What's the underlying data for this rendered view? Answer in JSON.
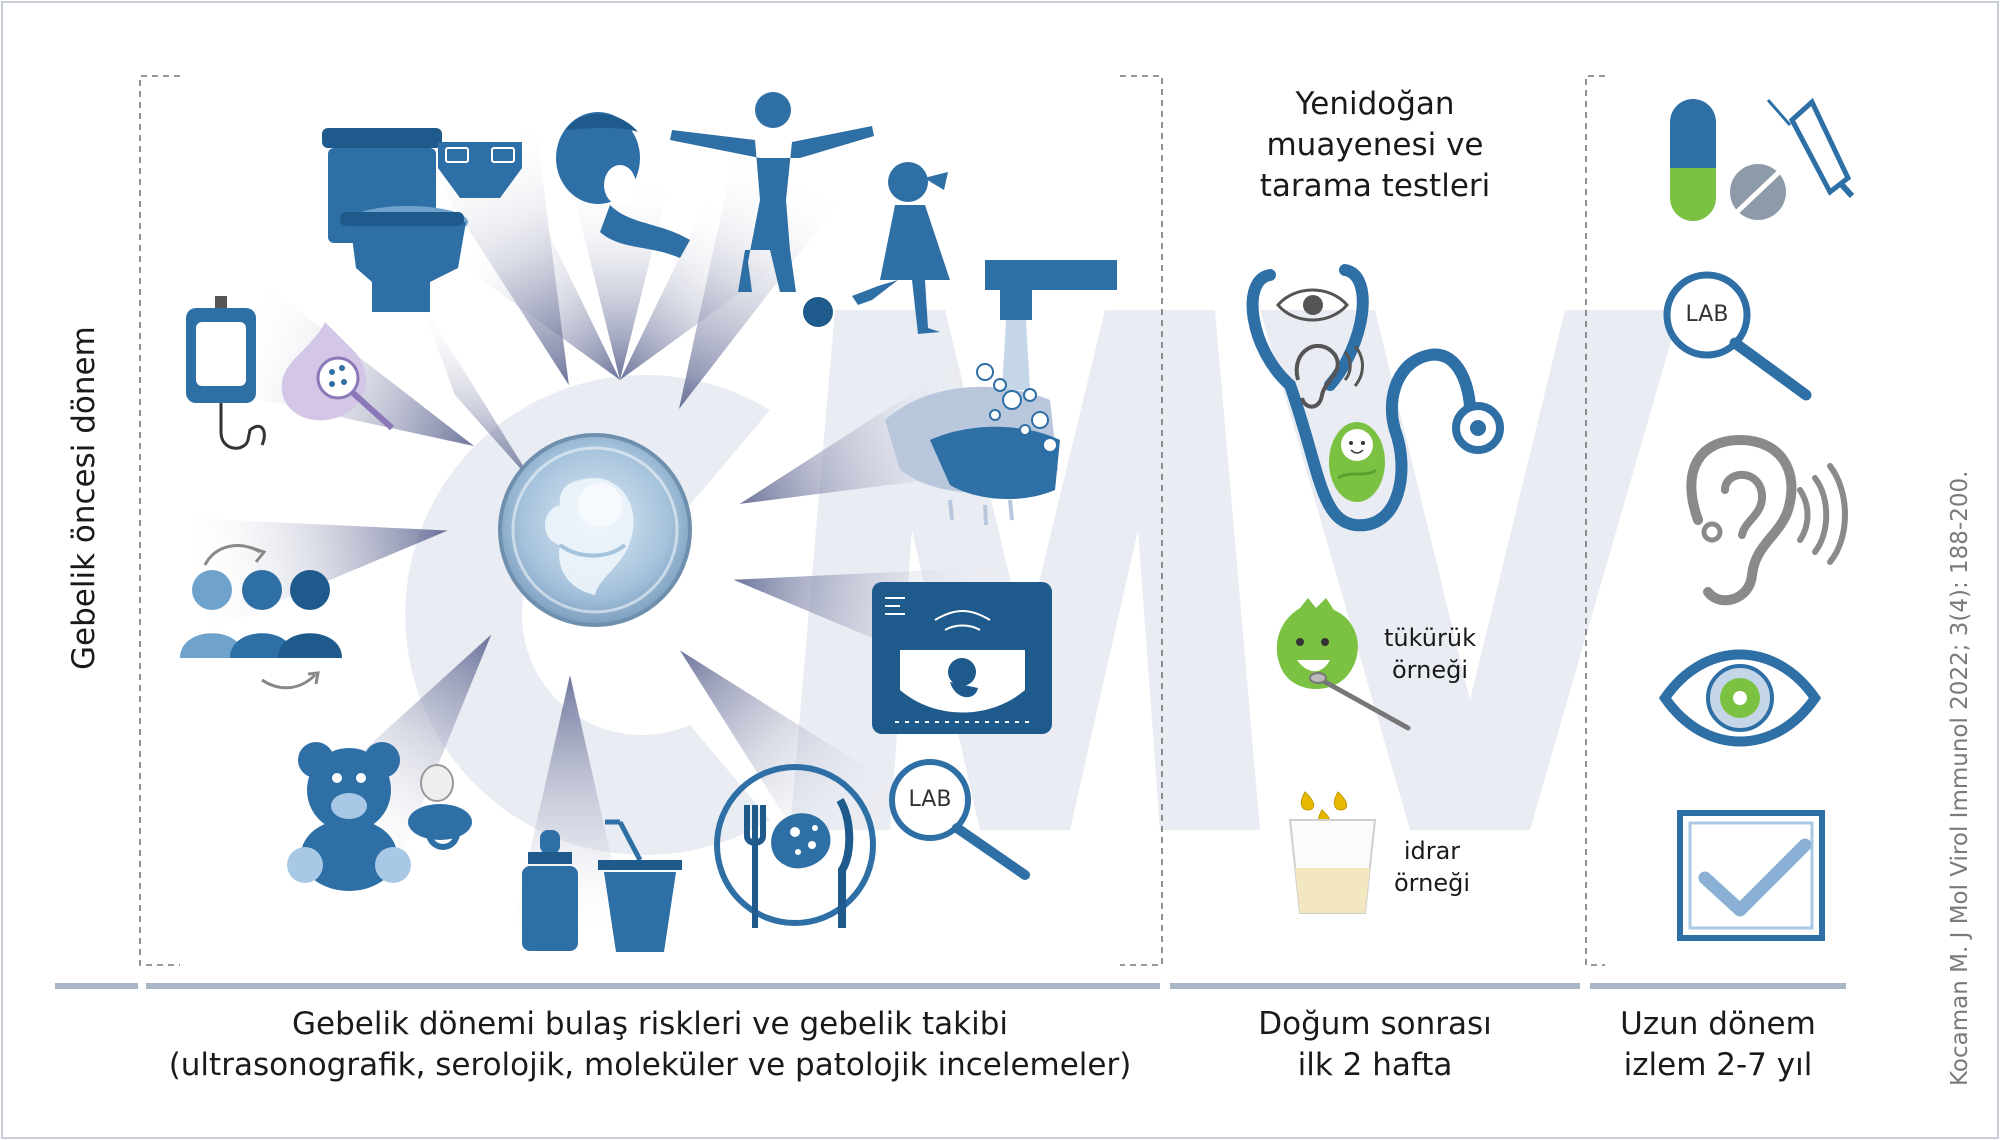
{
  "watermark": "CMV",
  "left_label": "Gebelik öncesi dönem",
  "newborn_title": [
    "Yenidoğan",
    "muayenesi ve",
    "tarama testleri"
  ],
  "saliva_label": [
    "tükürük",
    "örneği"
  ],
  "urine_label": [
    "idrar",
    "örneği"
  ],
  "lab_text": "LAB",
  "bottom": {
    "pregnancy": [
      "Gebelik dönemi bulaş riskleri ve gebelik takibi",
      "(ultrasonografik, serolojik, moleküler ve patolojik incelemeler)"
    ],
    "postnatal": [
      "Doğum sonrası",
      "ilk 2 hafta"
    ],
    "longterm": [
      "Uzun dönem",
      "izlem 2-7 yıl"
    ]
  },
  "citation": "Kocaman M. J Mol Virol Immunol 2022; 3(4): 188-200.",
  "colors": {
    "primary": "#2e6fa6",
    "dark": "#1f5a8c",
    "light": "#a8c8e6",
    "green": "#7cc242",
    "gray": "#8a8a8a",
    "watermark": "#e9ecf2",
    "divider": "#a9b6c6"
  },
  "icons": [
    "toilet-icon",
    "diaper-icon",
    "child-mouth-icon",
    "child-silhouette-icon",
    "girl-ball-icon",
    "faucet-handwash-icon",
    "iv-bag-icon",
    "blood-drop-magnifier-icon",
    "people-transmission-icon",
    "ultrasound-icon",
    "teddy-bear-icon",
    "pacifier-icon",
    "baby-bottle-icon",
    "drink-cup-icon",
    "plate-cutlery-icon",
    "lab-magnifier-icon",
    "fetus-icon",
    "stethoscope-icon",
    "eye-icon",
    "ear-icon",
    "newborn-icon",
    "saliva-sample-icon",
    "urine-sample-icon",
    "pill-capsule-icon",
    "tablet-icon",
    "syringe-icon",
    "hearing-icon",
    "eye-exam-icon",
    "checkbox-icon"
  ]
}
